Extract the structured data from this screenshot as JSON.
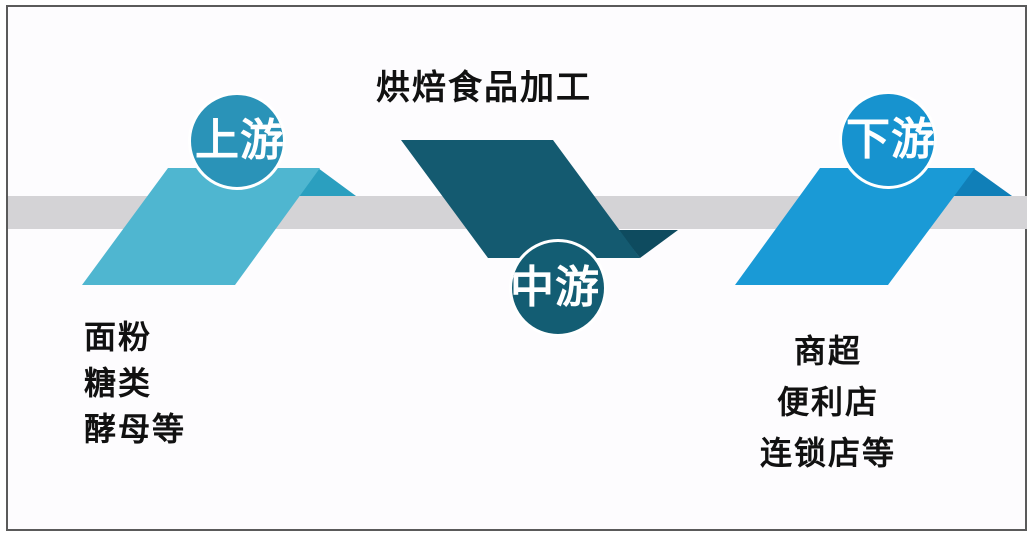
{
  "diagram": {
    "title": "烘焙食品加工",
    "stages": [
      {
        "label": "上游",
        "position": "upstream",
        "color": "#2a93b8",
        "band_color": "#4fb6d0",
        "fold_color": "#2b9fbf",
        "items": [
          "面粉",
          "糖类",
          "酵母等"
        ]
      },
      {
        "label": "中游",
        "position": "midstream",
        "color": "#135d73",
        "band_color": "#145a70",
        "fold_color": "#0e4b5f",
        "items": [
          "烘焙食品加工"
        ]
      },
      {
        "label": "下游",
        "position": "downstream",
        "color": "#1793cf",
        "band_color": "#1a9ad6",
        "fold_color": "#107fb8",
        "items": [
          "商超",
          "便利店",
          "连锁店等"
        ]
      }
    ],
    "band_color": "#d4d3d6"
  }
}
